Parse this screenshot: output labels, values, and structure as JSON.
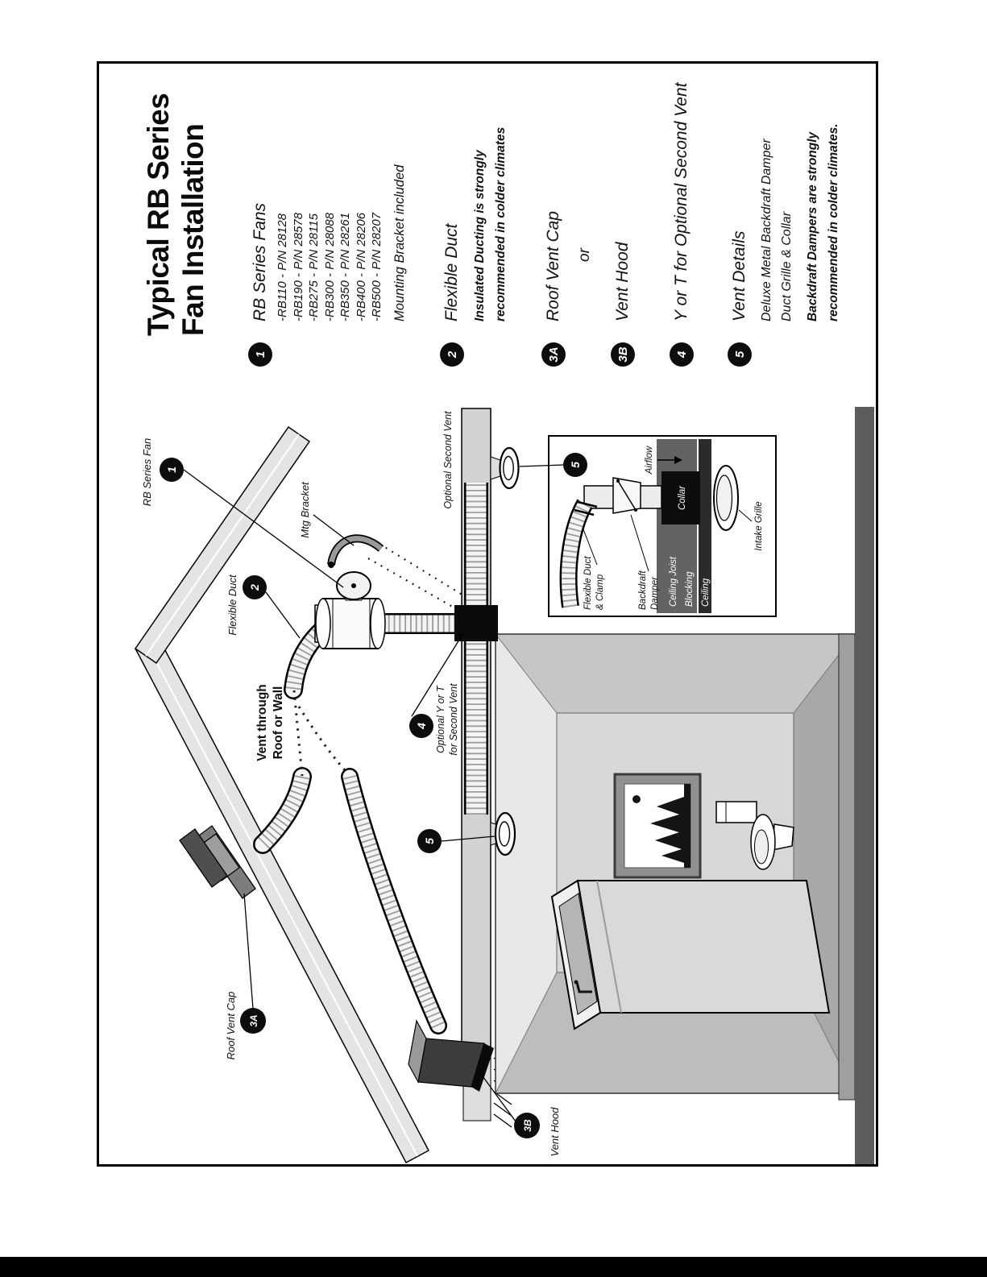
{
  "page": {
    "title_line1": "Typical RB Series",
    "title_line2": "Fan Installation"
  },
  "legend": {
    "items": [
      {
        "num": "1",
        "label": "RB Series Fans",
        "parts": [
          "-RB110 - P/N 28128",
          "-RB190 - P/N 28578",
          "-RB275 - P/N 28115",
          "-RB300 - P/N 28088",
          "-RB350 - P/N 28261",
          "-RB400 - P/N 28206",
          "-RB500 - P/N 28207"
        ],
        "note": "Mounting Bracket included"
      },
      {
        "num": "2",
        "label": "Flexible Duct",
        "warning1": "Insulated Ducting is strongly",
        "warning2": "recommended in colder climates"
      },
      {
        "num": "3A",
        "label": "Roof Vent Cap"
      },
      {
        "num": "3B",
        "label": "Vent Hood",
        "or": "or"
      },
      {
        "num": "4",
        "label": "Y or T for Optional Second Vent"
      },
      {
        "num": "5",
        "label": "Vent Details",
        "sub1": "Deluxe Metal Backdraft Damper",
        "sub2": "Duct Grille & Collar",
        "warning1": "Backdraft Dampers are strongly",
        "warning2": "recommended in colder climates."
      }
    ]
  },
  "diagram": {
    "callouts": {
      "c1": "1",
      "c2": "2",
      "c3a": "3A",
      "c3b": "3B",
      "c4": "4",
      "c5": "5"
    },
    "labels": {
      "rb_series_fan": "RB Series Fan",
      "mtg_bracket": "Mtg Bracket",
      "flexible_duct": "Flexible Duct",
      "vent_through_line1": "Vent through",
      "vent_through_line2": "Roof or Wall",
      "optional_second_vent": "Optional Second Vent",
      "optional_y_line1": "Optional Y or T",
      "optional_y_line2": "for Second Vent",
      "roof_vent_cap": "Roof Vent Cap",
      "vent_hood": "Vent Hood"
    },
    "inset": {
      "flexible_duct_line1": "Flexible Duct",
      "flexible_duct_line2": "& Clamp",
      "backdraft_line1": "Backdraft",
      "backdraft_line2": "Damper",
      "ceiling_joist": "Ceiling Joist",
      "blocking": "Blocking",
      "ceiling": "Ceiling",
      "collar": "Collar",
      "airflow": "Airflow",
      "intake_grille": "Intake Grille"
    }
  },
  "colors": {
    "ink": "#111111",
    "roof_gray": "#e4e4e4",
    "ceiling_gray": "#d2d2d2",
    "dark_band": "#5c5c5c"
  }
}
